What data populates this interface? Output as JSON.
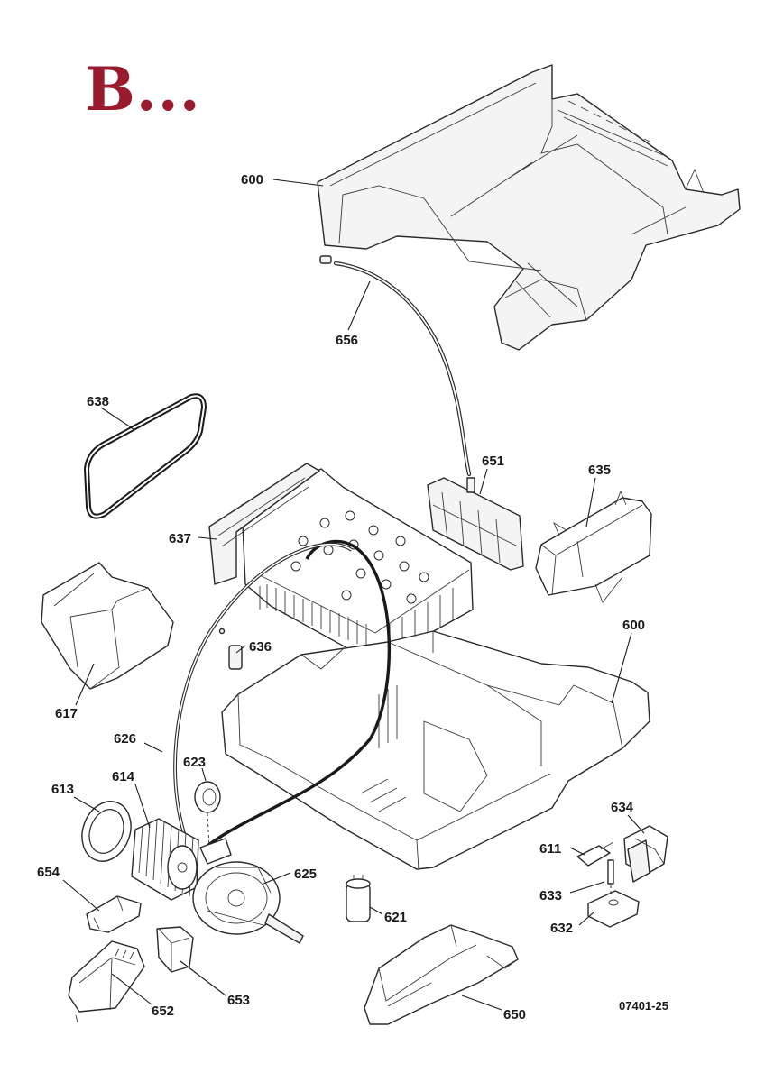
{
  "heading": "B...",
  "drawing_code": "07401-25",
  "callouts": {
    "p600_top": "600",
    "p656": "656",
    "p638": "638",
    "p651": "651",
    "p635": "635",
    "p637": "637",
    "p600_base": "600",
    "p617": "617",
    "p636": "636",
    "p626": "626",
    "p623": "623",
    "p614": "614",
    "p613": "613",
    "p625": "625",
    "p634": "634",
    "p611": "611",
    "p654": "654",
    "p633": "633",
    "p621": "621",
    "p632": "632",
    "p652": "652",
    "p653": "653",
    "p650": "650"
  }
}
